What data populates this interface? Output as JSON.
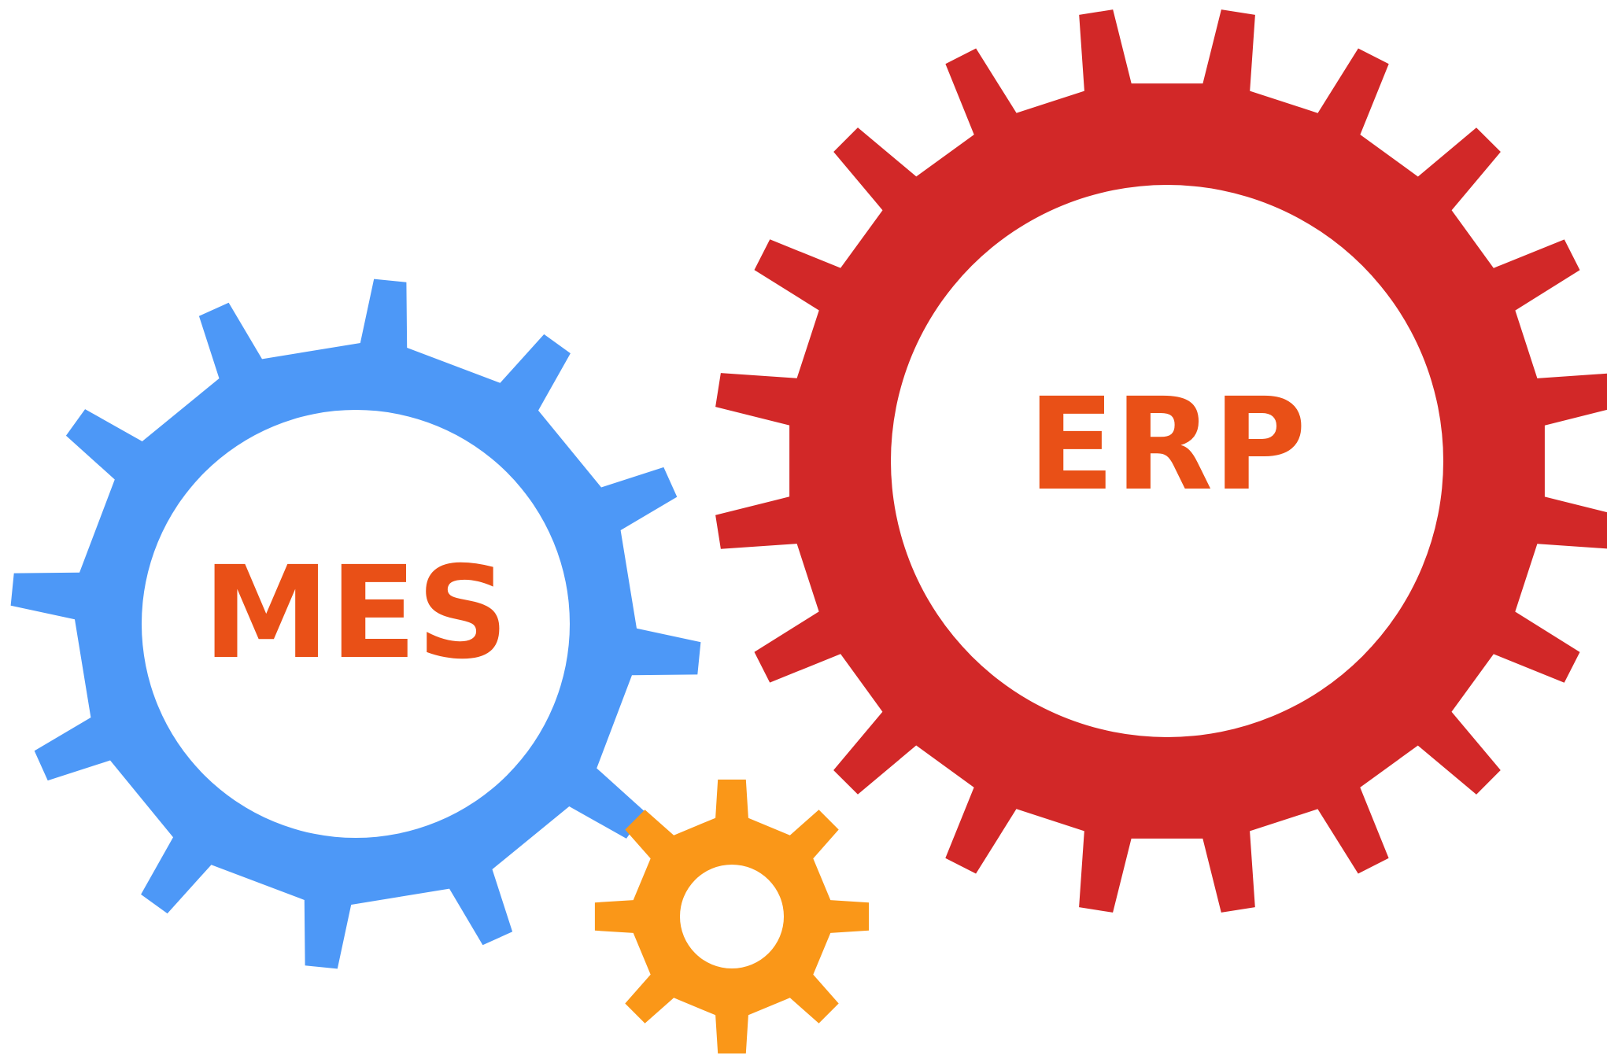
{
  "gears": [
    {
      "id": "mes",
      "label": "MES",
      "color": "#4D98F7",
      "label_color": "#E95017",
      "teeth": 12
    },
    {
      "id": "erp",
      "label": "ERP",
      "color": "#D22828",
      "label_color": "#E95017",
      "teeth": 20
    },
    {
      "id": "small",
      "label": "",
      "color": "#FA9718",
      "label_color": "",
      "teeth": 8
    }
  ]
}
